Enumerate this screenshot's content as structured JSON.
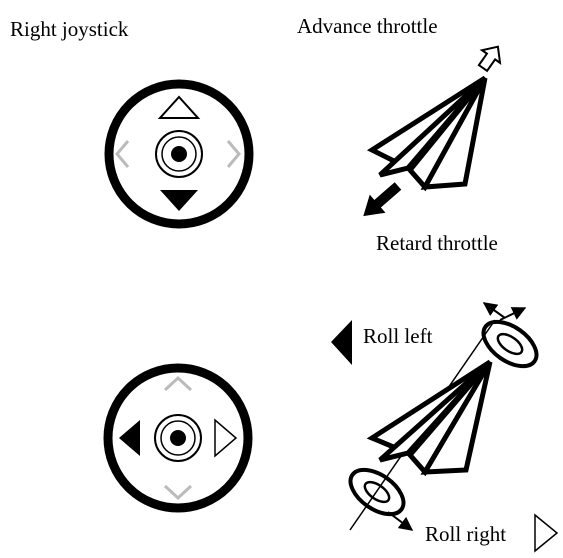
{
  "title": "Right joystick",
  "throttle_panel": {
    "advance_label": "Advance throttle",
    "retard_label": "Retard throttle"
  },
  "roll_panel": {
    "roll_left_label": "Roll left",
    "roll_right_label": "Roll right"
  },
  "colors": {
    "ink": "#000000",
    "faded": "#bbbbbb",
    "background": "#ffffff"
  },
  "icons": {
    "joystick_top": [
      "joystick-ring-icon",
      "up-arrow-outline-icon",
      "down-arrow-filled-icon",
      "left-chevron-faded-icon",
      "right-chevron-faded-icon",
      "center-knob-icon"
    ],
    "joystick_bottom": [
      "joystick-ring-icon",
      "left-arrow-filled-icon",
      "right-arrow-outline-icon",
      "up-chevron-faded-icon",
      "down-chevron-faded-icon",
      "center-knob-icon"
    ],
    "throttle": [
      "paper-plane-icon",
      "advance-arrow-outline-icon",
      "retard-arrow-filled-icon"
    ],
    "roll": [
      "paper-plane-icon",
      "roll-axis-icon",
      "rotation-ellipse-top-icon",
      "rotation-ellipse-bottom-icon",
      "roll-left-marker-icon",
      "roll-right-marker-icon"
    ]
  }
}
